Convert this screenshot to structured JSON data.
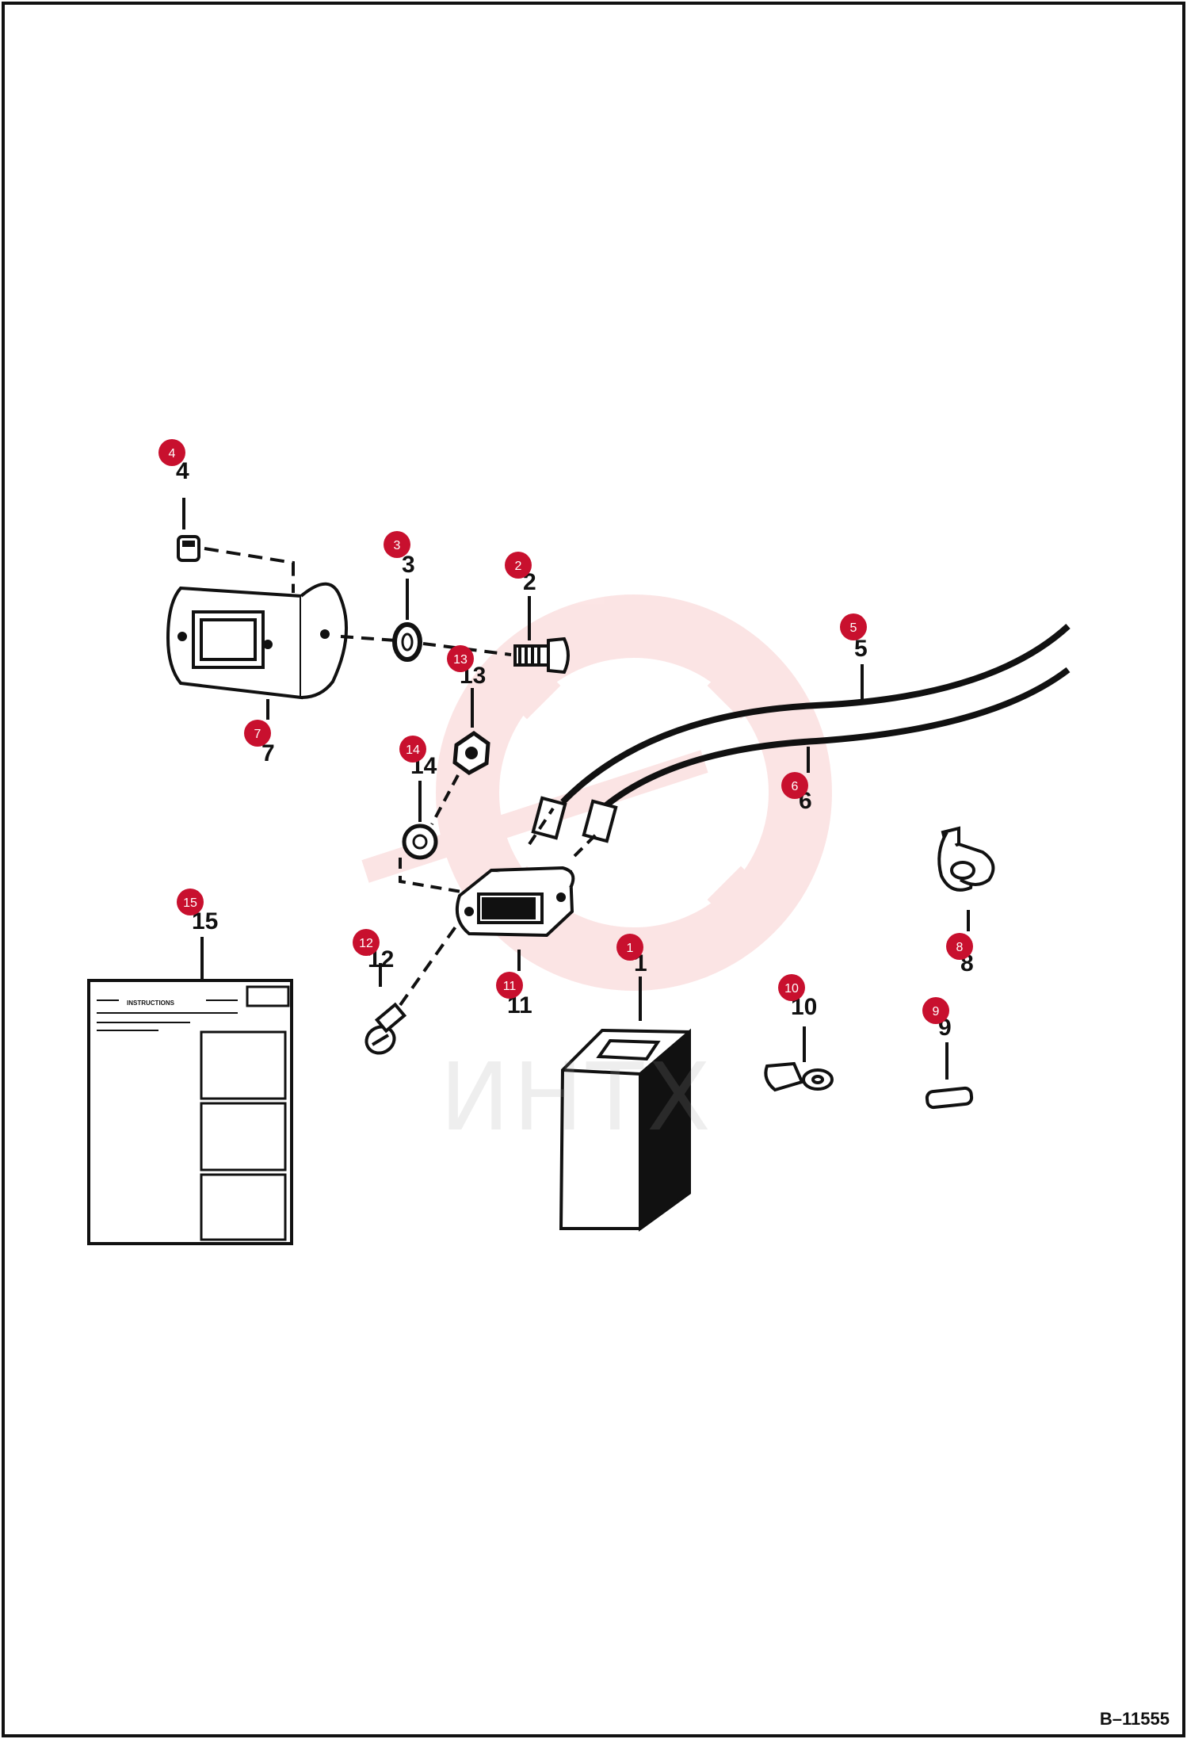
{
  "drawing_ref": "B–11555",
  "watermark_text": "ИНТХ",
  "instruction_card": {
    "title": "INSTRUCTIONS"
  },
  "colors": {
    "callout_fill": "#C8102E",
    "line": "#111111",
    "watermark_gear": "#F5B5B5"
  },
  "callouts": [
    {
      "id": "c4",
      "number": "4",
      "label": "4"
    },
    {
      "id": "c3",
      "number": "3",
      "label": "3"
    },
    {
      "id": "c2",
      "number": "2",
      "label": "2"
    },
    {
      "id": "c5",
      "number": "5",
      "label": "5"
    },
    {
      "id": "c13",
      "number": "13",
      "label": "13"
    },
    {
      "id": "c7",
      "number": "7",
      "label": "7"
    },
    {
      "id": "c14",
      "number": "14",
      "label": "14"
    },
    {
      "id": "c6",
      "number": "6",
      "label": "6"
    },
    {
      "id": "c15",
      "number": "15",
      "label": "15"
    },
    {
      "id": "c12",
      "number": "12",
      "label": "12"
    },
    {
      "id": "c1",
      "number": "1",
      "label": "1"
    },
    {
      "id": "c11",
      "number": "11",
      "label": "11"
    },
    {
      "id": "c8",
      "number": "8",
      "label": "8"
    },
    {
      "id": "c10",
      "number": "10",
      "label": "10"
    },
    {
      "id": "c9",
      "number": "9",
      "label": "9"
    }
  ]
}
